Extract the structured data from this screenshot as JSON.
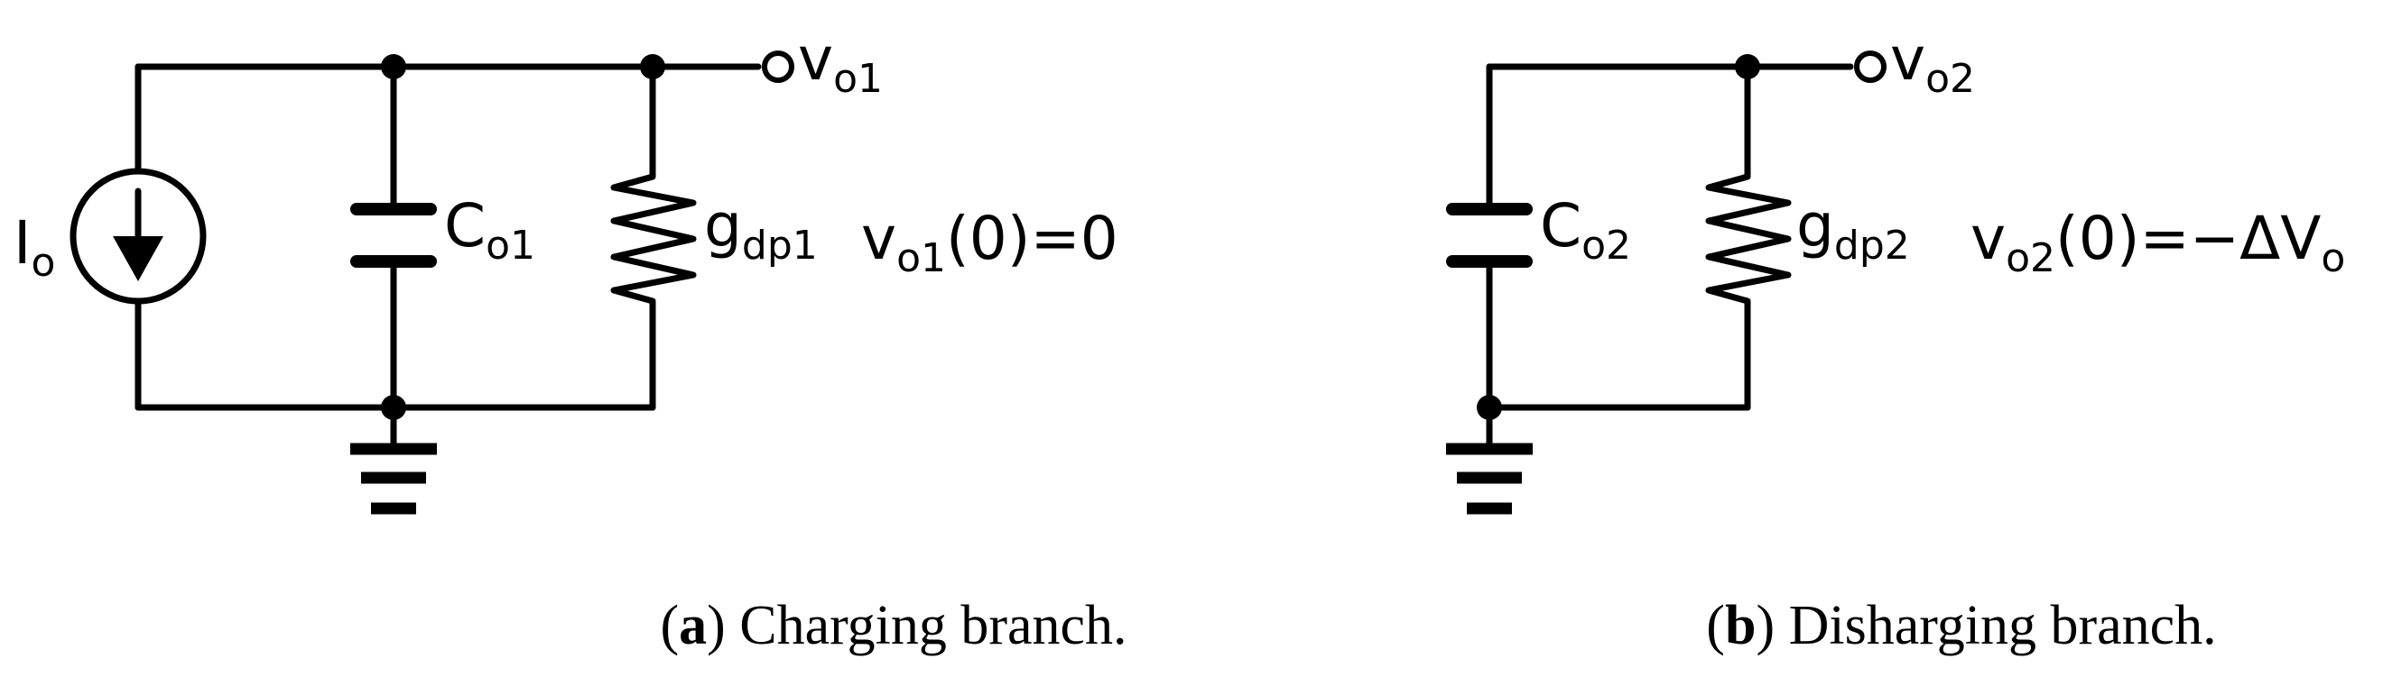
{
  "panel_a": {
    "source_label": {
      "main": "I",
      "sub": "o"
    },
    "capacitor_label": {
      "main": "C",
      "sub": "o1"
    },
    "conductance_label": {
      "main": "g",
      "sub": "dp1"
    },
    "output_label": {
      "main": "v",
      "sub": "o1"
    },
    "initial_condition": {
      "main": "v",
      "sub": "o1",
      "rest": "(0)=0"
    },
    "caption": {
      "open": "(",
      "letter": "a",
      "close": ")",
      "text": " Charging branch."
    }
  },
  "panel_b": {
    "capacitor_label": {
      "main": "C",
      "sub": "o2"
    },
    "conductance_label": {
      "main": "g",
      "sub": "dp2"
    },
    "output_label": {
      "main": "v",
      "sub": "o2"
    },
    "initial_condition": {
      "main": "v",
      "sub": "o2",
      "rest": "(0)=−ΔV",
      "tail_sub": "o"
    },
    "caption": {
      "open": "(",
      "letter": "b",
      "close": ")",
      "text": " Disharging branch."
    }
  }
}
